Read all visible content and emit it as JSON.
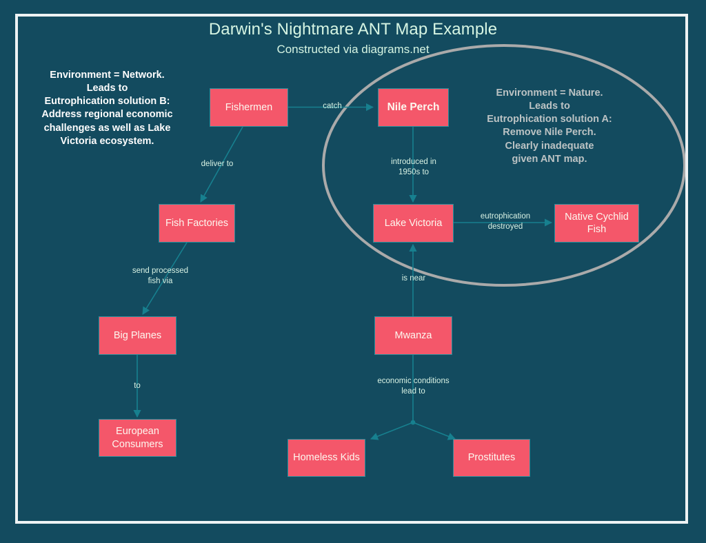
{
  "page": {
    "title": "Darwin's Nightmare ANT Map Example",
    "subtitle": "Constructed via diagrams.net",
    "background_color": "#134b5f",
    "frame_color": "#eef3f4",
    "node_fill": "#f4576a",
    "node_text_color": "#fdf7ef",
    "edge_color": "#17808f",
    "ellipse_color": "#aaaaaa"
  },
  "annotations": {
    "left": "Environment = Network.\nLeads to\nEutrophication solution B:\nAddress regional economic\nchallenges as well as Lake\nVictoria ecosystem.",
    "right": "Environment = Nature.\nLeads to\nEutrophication solution A:\nRemove Nile Perch.\nClearly inadequate\ngiven ANT map."
  },
  "nodes": [
    {
      "id": "fishermen",
      "label": "Fishermen"
    },
    {
      "id": "nile-perch",
      "label": "Nile Perch"
    },
    {
      "id": "fish-factories",
      "label": "Fish Factories"
    },
    {
      "id": "lake-victoria",
      "label": "Lake Victoria"
    },
    {
      "id": "native-cychlid-fish",
      "label": "Native Cychlid Fish"
    },
    {
      "id": "big-planes",
      "label": "Big Planes"
    },
    {
      "id": "mwanza",
      "label": "Mwanza"
    },
    {
      "id": "european-consumers",
      "label": "European\nConsumers"
    },
    {
      "id": "homeless-kids",
      "label": "Homeless Kids"
    },
    {
      "id": "prostitutes",
      "label": "Prostitutes"
    }
  ],
  "edges": [
    {
      "id": "catch",
      "from": "fishermen",
      "to": "nile-perch",
      "label": "catch"
    },
    {
      "id": "deliver-to",
      "from": "fishermen",
      "to": "fish-factories",
      "label": "deliver to"
    },
    {
      "id": "send-processed-fish-via",
      "from": "fish-factories",
      "to": "big-planes",
      "label": "send processed\nfish via"
    },
    {
      "id": "to",
      "from": "big-planes",
      "to": "european-consumers",
      "label": "to"
    },
    {
      "id": "introduced-in-1950s-to",
      "from": "nile-perch",
      "to": "lake-victoria",
      "label": "introduced in\n1950s to"
    },
    {
      "id": "eutrophication-destroyed",
      "from": "lake-victoria",
      "to": "native-cychlid-fish",
      "label": "eutrophication\ndestroyed"
    },
    {
      "id": "is-near",
      "from": "mwanza",
      "to": "lake-victoria",
      "label": "is near"
    },
    {
      "id": "economic-conditions-lead-to",
      "from": "mwanza",
      "to": "homeless-kids",
      "label": "economic conditions\nlead to"
    }
  ]
}
